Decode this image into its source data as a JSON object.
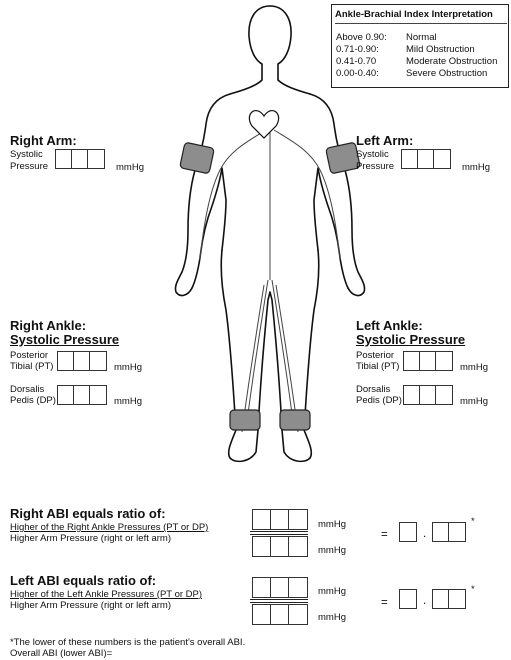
{
  "legend": {
    "title": "Ankle-Brachial Index Interpretation",
    "rows": [
      {
        "range": "Above 0.90:",
        "meaning": "Normal"
      },
      {
        "range": "0.71-0.90:",
        "meaning": "Mild Obstruction"
      },
      {
        "range": "0.41-0.70",
        "meaning": "Moderate Obstruction"
      },
      {
        "range": "0.00-0.40:",
        "meaning": "Severe Obstruction"
      }
    ]
  },
  "right_arm": {
    "title": "Right Arm:",
    "label_1": "Systolic",
    "label_2": "Pressure",
    "unit": "mmHg"
  },
  "left_arm": {
    "title": "Left Arm:",
    "label_1": "Systolic",
    "label_2": "Pressure",
    "unit": "mmHg"
  },
  "right_ankle": {
    "title": "Right Ankle:",
    "subtitle": "Systolic Pressure",
    "pt_1": "Posterior",
    "pt_2": "Tibial (PT)",
    "dp_1": "Dorsalis",
    "dp_2": "Pedis (DP)",
    "unit": "mmHg"
  },
  "left_ankle": {
    "title": "Left Ankle:",
    "subtitle": "Systolic Pressure",
    "pt_1": "Posterior",
    "pt_2": "Tibial (PT)",
    "dp_1": "Dorsalis",
    "dp_2": "Pedis (DP)",
    "unit": "mmHg"
  },
  "right_abi": {
    "title": "Right ABI equals ratio of:",
    "numerator": "Higher of the Right Ankle Pressures (PT or DP)",
    "denominator": "Higher Arm Pressure (right or left arm)",
    "unit": "mmHg",
    "equals": "=",
    "dot": ".",
    "star": "*"
  },
  "left_abi": {
    "title": "Left ABI equals ratio of:",
    "numerator": "Higher of the Left Ankle Pressures (PT or DP)",
    "denominator": "Higher Arm Pressure (right or left arm)",
    "unit": "mmHg",
    "equals": "=",
    "dot": ".",
    "star": "*"
  },
  "footnote": {
    "line1": "*The lower of these numbers is the patient's overall ABI.",
    "line2": "Overall ABI (lower ABI)="
  }
}
